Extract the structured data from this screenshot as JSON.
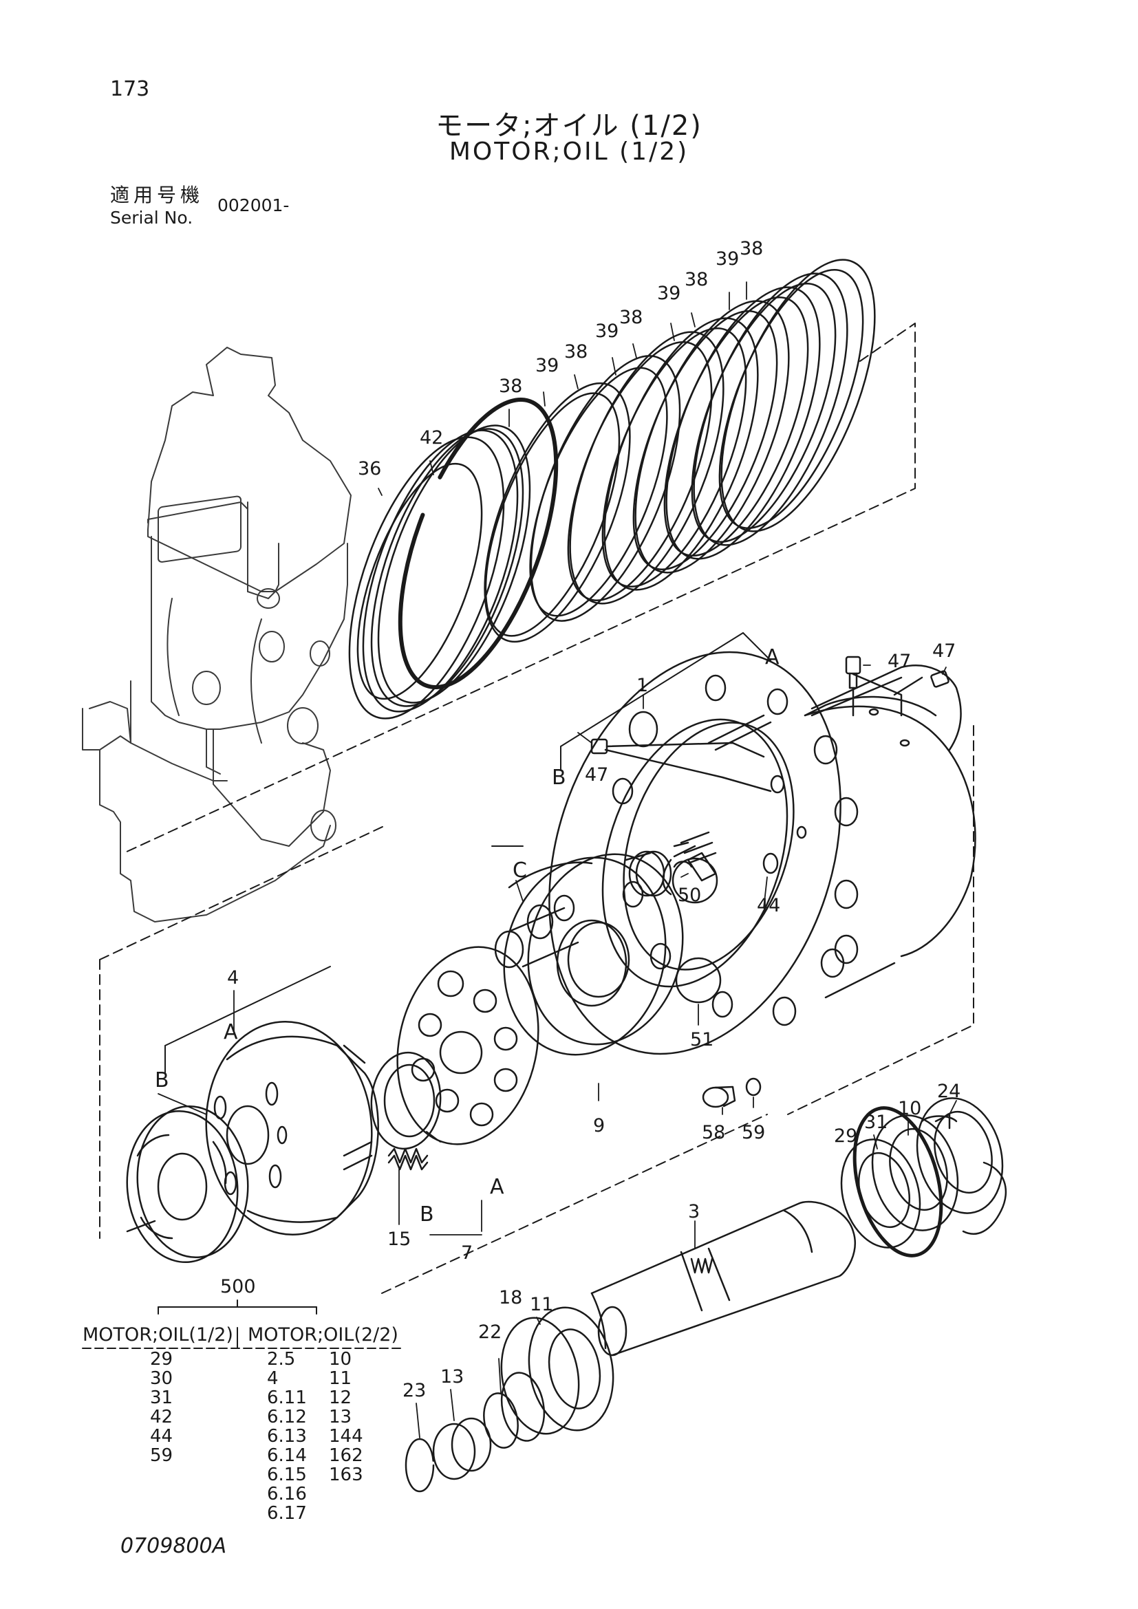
{
  "header": {
    "page_number": "173",
    "title_jp": "モータ;オイル (1/2)",
    "title_en": "MOTOR;OIL (1/2)",
    "serial_label_jp": "適用号機",
    "serial_label_en": "Serial No.",
    "serial_value": "002001-"
  },
  "callouts": {
    "c38": "38",
    "c39": "39",
    "c42": "42",
    "c36": "36",
    "c47": "47",
    "c1": "1",
    "c50": "50",
    "c44": "44",
    "c4": "4",
    "c9": "9",
    "c51": "51",
    "c58": "58",
    "c59": "59",
    "c15": "15",
    "c7": "7",
    "c24": "24",
    "c10": "10",
    "c31": "31",
    "c29": "29",
    "c3": "3",
    "c11": "11",
    "c13": "13",
    "c18": "18",
    "c22": "22",
    "c23": "23",
    "A": "A",
    "B": "B",
    "C": "C"
  },
  "kit_table": {
    "kit_number": "500",
    "col1_header": "MOTOR;OIL(1/2)",
    "col2_header": "MOTOR;OIL(2/2)",
    "col1_items": [
      "29",
      "30",
      "31",
      "42",
      "44",
      "59"
    ],
    "col2_items": [
      "2.5",
      "4",
      "6.11",
      "6.12",
      "6.13",
      "6.14",
      "6.15",
      "6.16",
      "6.17"
    ],
    "col3_items": [
      "10",
      "11",
      "12",
      "13",
      "144",
      "162",
      "163"
    ]
  },
  "footer": {
    "drawing_code": "0709800A"
  }
}
